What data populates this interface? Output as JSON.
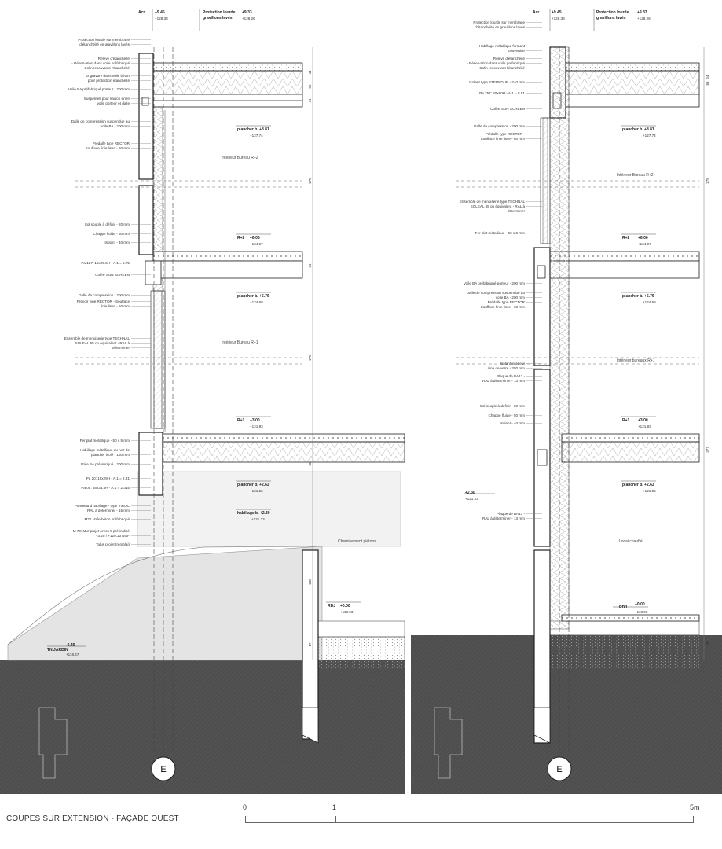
{
  "caption": "COUPES SUR EXTENSION - FAÇADE OUEST",
  "scale": {
    "zero": "0",
    "one": "1",
    "five": "5m"
  },
  "axis_label": "E",
  "colors": {
    "ground": "#4a4a4a",
    "ink": "#222222",
    "insulation": "#f4f4f4",
    "dim": "#888888"
  },
  "left": {
    "top": {
      "acr": "Acr",
      "acr_alt": "+9.45",
      "acr_ngf": "+128.38",
      "prot": "Protection lourde",
      "prot2": "gravillons lavés",
      "prot_alt": "+9.33",
      "prot_ngf": "+128.26"
    },
    "labels": [
      "Protection lourde sur membrane",
      "d'étanchéité en gravillons lavés",
      "Relevé d'étanchéité",
      "- Réservation dans voile préfabriqué",
      "Solin recouvrant l'étanchéité",
      "Engravure dans voile béton",
      "pour protection étanchéité",
      "Voile BA préfabriqué porteur - 200 mm",
      "Suspentes pour liaison entre",
      "voile porteur et dalle",
      "Dalle de compression suspendue au",
      "voile BA - 200 mm",
      "Prédalle type RECTOR",
      "Soufface finie lisse - 60 mm",
      "Sol souple à définir - 20 mm",
      "Chappe fluide - 50 mm",
      "Isolant - 40 mm",
      "Pa 127: 15x29.5H - A.1 = 5.75",
      "Coffre SUN SCREEN",
      "Dalle de compression - 200 mm",
      "Prévoir type RECTOR - Soufface",
      "finie lisse - 60 mm",
      "Ensemble de menuiserie type TECHNAL",
      "SOLEAL 65 ou équivalent - RAL à",
      "déterminer",
      "Fer plat métallique - 50 x 5 mm",
      "Habillage métallique du nez de",
      "plancher isolé - 150 mm",
      "Voile BA préfabriqué - 200 mm",
      "Pa 20: 15x29H - A.1 = 2.31",
      "Pa 05: 45x31.5H - A.1 = 2.315",
      "Panneau d'habillage - type VIROC",
      "RAL à déterminer - 15 mm",
      "M71 Voile béton préfabriqué",
      "M 70: Mur projet Arcos 5 préfinalisé",
      "+3.20 / +120.13 NGF",
      "Talus projet (remblai)"
    ],
    "levels": {
      "p3": "plancher b. +8.81",
      "p3_ngf": "+127.74",
      "r2": "R+2",
      "r2_alt": "+6.06",
      "r2_ngf": "+124.97",
      "p2": "plancher b. +5.76",
      "p2_ngf": "+124.68",
      "r1": "R+1",
      "r1_alt": "+3.00",
      "r1_ngf": "+121.93",
      "p1": "plancher b. +2.63",
      "p1_ngf": "+121.56",
      "hab": "habillage b. +2.30",
      "hab_ngf": "+121.23",
      "rdj": "RDJ",
      "rdj_alt": "+0.00",
      "rdj_ngf": "+118.93",
      "tn": "TN JARDIN",
      "tn_alt": "-0.46",
      "tn_ngf": "+118.47"
    },
    "rooms": {
      "r2": "Intérieur Bureau R+2",
      "r1": "Intérieur Bureau R+1",
      "chem": "Cheminement piétons"
    },
    "dims": [
      "44",
      "85",
      "41",
      "275",
      "31",
      "275",
      "38",
      "230",
      "17"
    ]
  },
  "right": {
    "top": {
      "acr": "Acr",
      "acr_alt": "+9.45",
      "acr_ngf": "+128.38",
      "prot": "Protection lourde",
      "prot2": "gravillons lavés",
      "prot_alt": "+9.33",
      "prot_ngf": "+128.26"
    },
    "labels": [
      "Protection lourde sur membrane",
      "d'étanchéité en gravillons lavés",
      "Habillage métallique formant",
      "couvertine",
      "Relevé d'étanchéité",
      "- Réservation dans voile préfabriqué",
      "Solin recouvrant l'étanchéité",
      "Isolant type STEREDUR - 240 mm",
      "Pa 257: 20x60H - A.1 = 8.81",
      "Coffre SUN SCREEN",
      "Dalle de compression - 200 mm",
      "Prédalle type RECTOR -",
      "Soufface finie lisse - 60 mm",
      "Ensemble de menuiserie type TECHNAL",
      "SOLEAL 65 ou équivalent - RAL à",
      "déterminer",
      "Fer plat métallique - 50 x 5 mm",
      "Voile BA préfabriqué porteur - 200 mm",
      "Dalle de compression suspendue au",
      "voile BA - 200 mm",
      "Prédalle type RECTOR",
      "Soufface finie lisse - 60 mm",
      "Isolant intérieur",
      "Laine de verre - 250 mm",
      "Plaque de BA13 -",
      "RAL à déterminer - 13 mm",
      "Sol souple à définir - 20 mm",
      "Chappe fluide - 50 mm",
      "Isolant - 40 mm",
      "Plaque de BA13 -",
      "RAL à déterminer - 13 mm"
    ],
    "levels": {
      "p3": "plancher b. +8.81",
      "p3_ngf": "+127.74",
      "r2": "R+2",
      "r2_alt": "+6.06",
      "r2_ngf": "+124.97",
      "p2": "plancher b. +5.76",
      "p2_ngf": "+124.68",
      "r1": "R+1",
      "r1_alt": "+3.00",
      "r1_ngf": "+121.93",
      "p1": "plancher b. +2.63",
      "p1_ngf": "+121.56",
      "v": "+2.30",
      "v_ngf": "+121.23",
      "rdj": "RDJ",
      "rdj_alt": "+0.00",
      "rdj_ngf": "+118.93"
    },
    "rooms": {
      "r2": "Intérieur Bureau R+2",
      "r1": "Intérieur bureaux R+1",
      "loc": "Locai chauffé"
    },
    "dims": [
      "24",
      "85",
      "275",
      "377",
      "20"
    ]
  }
}
